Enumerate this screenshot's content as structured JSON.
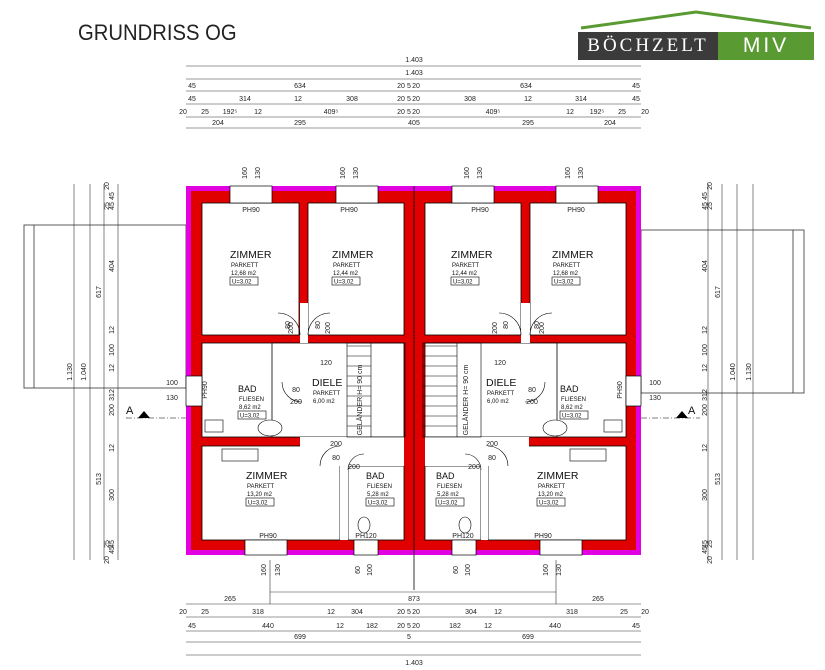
{
  "header": {
    "title": "GRUNDRISS OG",
    "logo_left": "BÖCHZELT",
    "logo_right": "MIV"
  },
  "colors": {
    "wall_red": "#e00000",
    "wall_outer": "#e000e0",
    "brand_dark": "#3b3b3b",
    "brand_green": "#5a9a32"
  },
  "dims": {
    "top_total_1": "1.403",
    "top_total_2": "1.403",
    "top_row3": [
      "45",
      "634",
      "20",
      "5",
      "20",
      "634",
      "45"
    ],
    "top_row4": [
      "45",
      "314",
      "12",
      "308",
      "20",
      "5",
      "20",
      "308",
      "12",
      "314",
      "45"
    ],
    "top_row5": [
      "20",
      "25",
      "192⁵",
      "12",
      "409⁵",
      "20",
      "5",
      "20",
      "409⁵",
      "12",
      "192⁵",
      "25",
      "20"
    ],
    "top_row6": [
      "204",
      "295",
      "405",
      "295",
      "204"
    ],
    "window_top": [
      "160",
      "130",
      "160",
      "130",
      "160",
      "130",
      "160",
      "130"
    ],
    "bottom_row1": [
      "265",
      "873",
      "265"
    ],
    "bottom_row2": [
      "20",
      "25",
      "318",
      "12",
      "304",
      "20",
      "5",
      "20",
      "304",
      "12",
      "318",
      "25",
      "20"
    ],
    "bottom_row3": [
      "45",
      "440",
      "12",
      "182",
      "20",
      "5",
      "20",
      "182",
      "12",
      "440",
      "45"
    ],
    "bottom_row4": [
      "699",
      "5",
      "699"
    ],
    "bottom_total": "1.403",
    "window_bottom": [
      "160",
      "130",
      "60",
      "100",
      "60",
      "100",
      "160",
      "130"
    ],
    "left_col_outer": "1.130",
    "left_col_2": "1.040",
    "left_col_3": [
      "617",
      "513"
    ],
    "left_col_4": [
      "45",
      "45",
      "404",
      "12",
      "100",
      "12",
      "312",
      "200",
      "12",
      "300",
      "45",
      "45"
    ],
    "left_col_5": [
      "20",
      "25",
      "25",
      "20"
    ],
    "window_side": [
      "100",
      "130"
    ],
    "section_mark": "A"
  },
  "rooms": [
    {
      "name": "ZIMMER",
      "floor": "PARKETT",
      "area": "12,68 m2",
      "u": "U=3,02"
    },
    {
      "name": "ZIMMER",
      "floor": "PARKETT",
      "area": "12,44 m2",
      "u": "U=3,02"
    },
    {
      "name": "ZIMMER",
      "floor": "PARKETT",
      "area": "12,44 m2",
      "u": "U=3,02"
    },
    {
      "name": "ZIMMER",
      "floor": "PARKETT",
      "area": "12,68 m2",
      "u": "U=3,02"
    },
    {
      "name": "BAD",
      "floor": "FLIESEN",
      "area": "8,62 m2",
      "u": "U=3,02"
    },
    {
      "name": "DIELE",
      "floor": "PARKETT",
      "area": "6,00 m2",
      "u": ""
    },
    {
      "name": "DIELE",
      "floor": "PARKETT",
      "area": "6,00 m2",
      "u": ""
    },
    {
      "name": "BAD",
      "floor": "FLIESEN",
      "area": "8,62 m2",
      "u": "U=3,02"
    },
    {
      "name": "ZIMMER",
      "floor": "PARKETT",
      "area": "13,20 m2",
      "u": "U=3,02"
    },
    {
      "name": "BAD",
      "floor": "FLIESEN",
      "area": "5,28 m2",
      "u": "U=3,02"
    },
    {
      "name": "BAD",
      "floor": "FLIESEN",
      "area": "5,28 m2",
      "u": "U=3,02"
    },
    {
      "name": "ZIMMER",
      "floor": "PARKETT",
      "area": "13,20 m2",
      "u": "U=3,02"
    }
  ],
  "labels": {
    "ph90": "PH90",
    "ph120": "PH120",
    "door_80": "80",
    "door_200": "200",
    "stair_width": "120",
    "stair_text": "GELÄNDER H= 90 cm"
  }
}
